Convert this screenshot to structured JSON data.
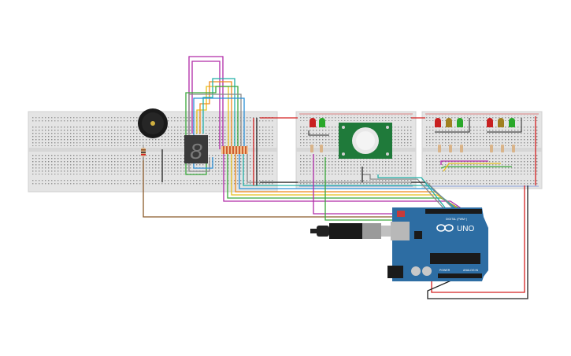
{
  "arduino": {
    "brand": "UNO",
    "digital_label": "DIGITAL (PWM~)",
    "power_label": "POWER",
    "analog_label": "ANALOG IN",
    "logo_icon": "infinity-logo-icon"
  },
  "seven_segment": {
    "digit": "8"
  },
  "colors": {
    "board": "#2d6da3",
    "breadboard": "#e6e6e6",
    "pir": "#1f7a3a",
    "wire_red": "#d42020",
    "wire_black": "#222222",
    "wire_orange": "#f08a1a",
    "wire_yellow": "#e8c01a",
    "wire_green": "#39a83a",
    "wire_blue": "#2a8fd6",
    "wire_purple": "#b02aa8",
    "wire_brown": "#8a5a2a",
    "wire_teal": "#22b0a8",
    "wire_grey": "#888888"
  }
}
